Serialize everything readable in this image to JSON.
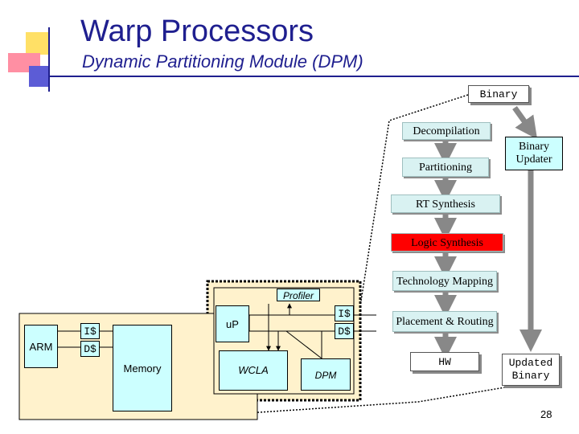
{
  "slide": {
    "title": "Warp Processors",
    "subtitle": "Dynamic Partitioning Module (DPM)",
    "page_number": "28"
  },
  "flow": {
    "binary": "Binary",
    "decompilation": "Decompilation",
    "partitioning": "Partitioning",
    "binary_updater": "Binary Updater",
    "rt_synthesis": "RT Synthesis",
    "logic_synthesis": "Logic Synthesis",
    "technology_mapping": "Technology Mapping",
    "placement_routing": "Placement & Routing",
    "hw": "HW",
    "updated_binary": "Updated Binary"
  },
  "chip": {
    "arm": "ARM",
    "icache_left": "I$",
    "dcache_left": "D$",
    "memory": "Memory",
    "profiler": "Profiler",
    "up": "uP",
    "icache_right": "I$",
    "dcache_right": "D$",
    "wcla": "WCLA",
    "dpm": "DPM"
  },
  "colors": {
    "title": "#1f1f8f",
    "logic_synthesis": "#ff0000",
    "arrow": "#888888",
    "chip_fill": "#fff2cc",
    "cyan_box": "#ccffff"
  }
}
